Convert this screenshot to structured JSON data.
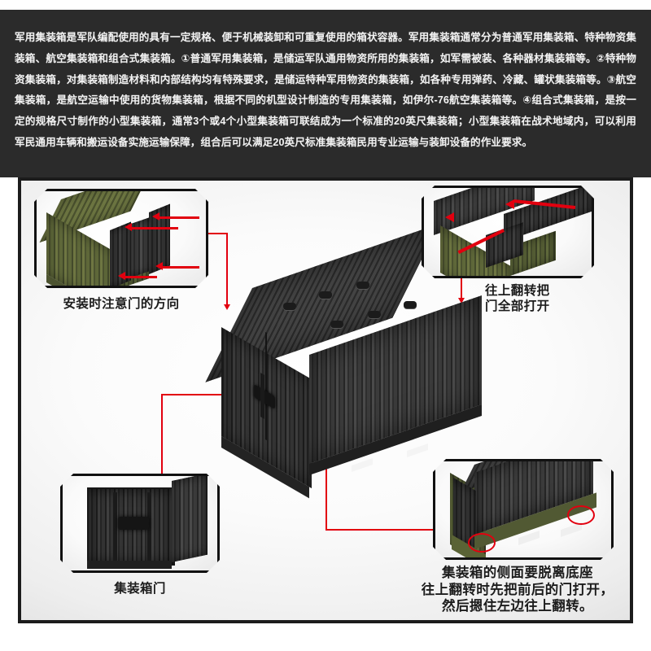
{
  "page": {
    "background_color": "#ffffff",
    "accent_color": "#e2000f",
    "text_panel_color": "#2b2b2b",
    "panel_background": "#f0f0f0"
  },
  "description": {
    "paragraph": "军用集装箱是军队编配使用的具有一定规格、便于机械装卸和可重复使用的箱状容器。军用集装箱通常分为普通军用集装箱、特种物资集装箱、航空集装箱和组合式集装箱。①普通军用集装箱，是储运军队通用物资所用的集装箱，如军需被装、各种器材集装箱等。②特种物资集装箱，对集装箱制造材料和内部结构均有特殊要求，是储运特种军用物资的集装箱，如各种专用弹药、冷藏、罐状集装箱等。③航空集装箱，是航空运输中使用的货物集装箱，根据不同的机型设计制造的专用集装箱，如伊尔-76航空集装箱等。④组合式集装箱，是按一定的规格尺寸制作的小型集装箱，通常3个或4个小型集装箱可联结成为一个标准的20英尺集装箱；小型集装箱在战术地域内，可以利用军民通用车辆和搬运设备实施运输保障，组合后可以满足20英尺标准集装箱民用专业运输与装卸设备的作业要求。"
  },
  "callouts": {
    "top_left": {
      "caption": "安装时注意门的方向",
      "subject": "green-container-with-open-black-doors"
    },
    "top_right": {
      "caption": "往上翻转把\n门全部打开",
      "subject": "container-doors-flipped-up"
    },
    "bottom_left": {
      "caption": "集装箱门",
      "subject": "container-door-panel"
    },
    "bottom_right": {
      "caption": "集装箱的侧面要脱离底座\n往上翻转时先把前后的门打开，\n然后摁住左边往上翻转。",
      "subject": "container-side-detaching-from-base"
    }
  },
  "main_figure": {
    "subject": "assembled-black-military-container",
    "color": "#2e2e2e"
  }
}
